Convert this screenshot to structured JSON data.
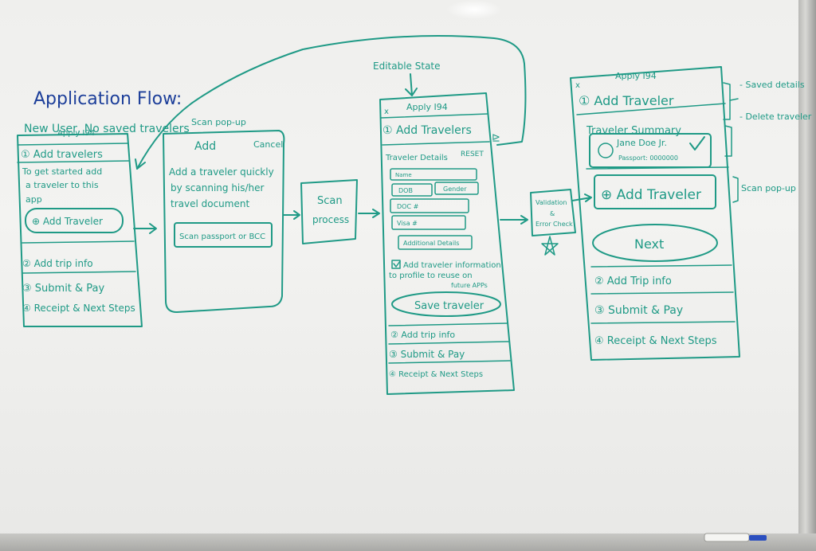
{
  "board": {
    "title": "Application Flow:",
    "subtitle": "New User, No saved travelers"
  },
  "screen1": {
    "header": "Apply I94",
    "add_travelers": "① Add travelers",
    "intro_line1": "To get started add",
    "intro_line2": "a traveler to this",
    "intro_line3": "app",
    "add_traveler_button": "⊕ Add Traveler",
    "step2": "② Add trip info",
    "step3": "③ Submit & Pay",
    "step4": "④ Receipt & Next Steps"
  },
  "screen2": {
    "label": "Scan pop-up",
    "add": "Add",
    "cancel": "Cancel",
    "body_line1": "Add a traveler quickly",
    "body_line2": "by scanning his/her",
    "body_line3": "travel document",
    "scan_button": "Scan passport or BCC"
  },
  "scan_box": {
    "line1": "Scan",
    "line2": "process"
  },
  "screen3": {
    "label": "Editable State",
    "close": "x",
    "header": "Apply I94",
    "add_travelers": "① Add Travelers",
    "traveler_details": "Traveler Details",
    "reset": "RESET",
    "name": "Name",
    "dob": "DOB",
    "gender": "Gender",
    "doc": "DOC #",
    "visa": "Visa #",
    "additional": "Additional Details",
    "checkbox_line1": "Add traveler information",
    "checkbox_line2": "to profile to reuse on",
    "checkbox_line3": "future APPs",
    "save_button": "Save traveler",
    "step2": "② Add trip info",
    "step3": "③ Submit & Pay",
    "step4": "④ Receipt & Next Steps"
  },
  "validation_box": {
    "line1": "Validation",
    "line2": "&",
    "line3": "Error Check"
  },
  "screen4": {
    "close": "x",
    "header": "Apply I94",
    "add_traveler": "① Add Traveler",
    "summary": "Traveler Summary",
    "traveler_name": "Jane Doe Jr.",
    "passport": "Passport: 0000000",
    "add_traveler_button": "⊕ Add Traveler",
    "next_button": "Next",
    "step2": "② Add Trip info",
    "step3": "③ Submit & Pay",
    "step4": "④ Receipt & Next Steps"
  },
  "notes": {
    "saved_details": "- Saved details",
    "delete_traveler": "- Delete traveler",
    "scan_popup": "Scan pop-up"
  },
  "colors": {
    "ink": "#1f9a86",
    "title_ink": "#1d3f9a",
    "board": "#f3f3f1"
  }
}
